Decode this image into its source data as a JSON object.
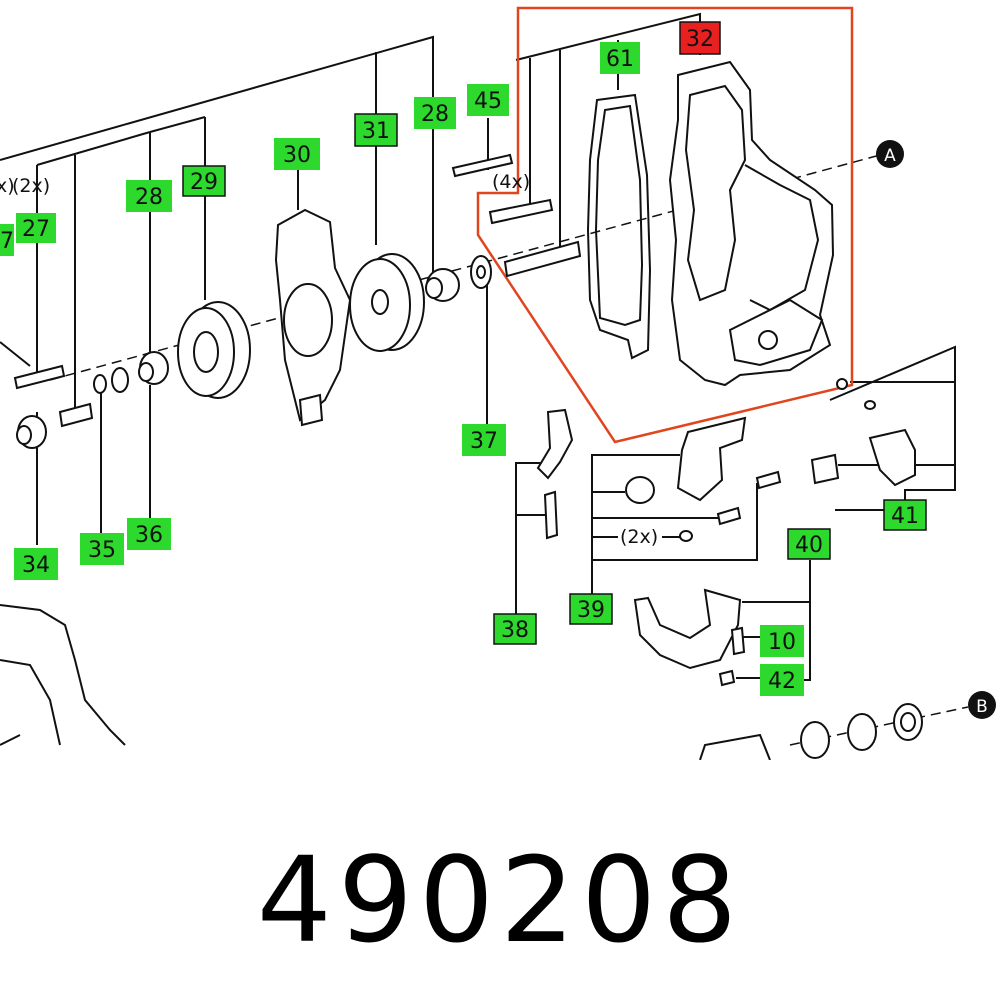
{
  "diagram": {
    "colors": {
      "label_fill": "#2cd92c",
      "highlight_fill": "#e82020",
      "highlight_outline": "#e0451e",
      "line": "#111111"
    },
    "callouts": [
      {
        "id": "61",
        "text": "61"
      },
      {
        "id": "32",
        "text": "32",
        "highlighted": true
      },
      {
        "id": "45",
        "text": "45"
      },
      {
        "id": "31",
        "text": "31"
      },
      {
        "id": "28a",
        "text": "28"
      },
      {
        "id": "30",
        "text": "30"
      },
      {
        "id": "29",
        "text": "29"
      },
      {
        "id": "28b",
        "text": "28"
      },
      {
        "id": "27",
        "text": "27"
      },
      {
        "id": "37",
        "text": "37"
      },
      {
        "id": "34",
        "text": "34"
      },
      {
        "id": "35",
        "text": "35"
      },
      {
        "id": "36",
        "text": "36"
      },
      {
        "id": "38",
        "text": "38"
      },
      {
        "id": "39",
        "text": "39"
      },
      {
        "id": "40",
        "text": "40"
      },
      {
        "id": "10",
        "text": "10"
      },
      {
        "id": "42",
        "text": "42"
      },
      {
        "id": "41",
        "text": "41"
      },
      {
        "id": "7",
        "text": "7"
      }
    ],
    "quantities": [
      {
        "id": "q-4x",
        "text": "(4x)"
      },
      {
        "id": "q-2x-top",
        "text": "(2x)"
      },
      {
        "id": "q-2x-mid",
        "text": "(2x)"
      },
      {
        "id": "q-x-left",
        "text": "x)"
      }
    ],
    "refs": [
      {
        "id": "A",
        "text": "A"
      },
      {
        "id": "B",
        "text": "B"
      }
    ]
  },
  "part_number": "490208"
}
